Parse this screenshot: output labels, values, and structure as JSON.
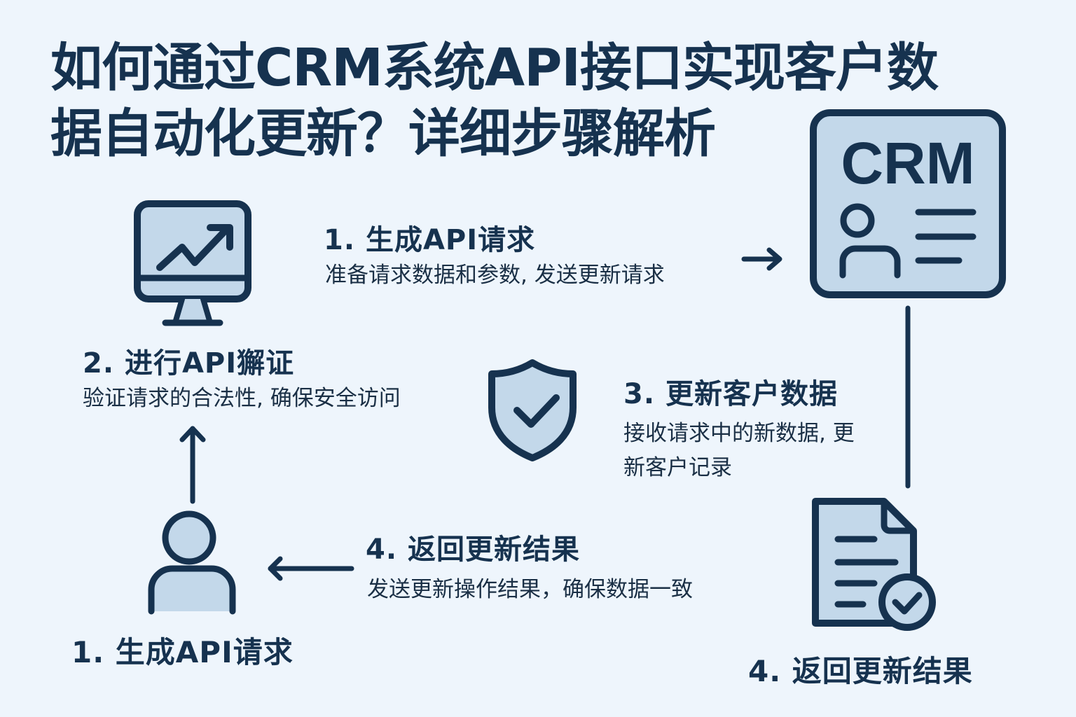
{
  "title": {
    "line1": "如何通过CRM系统API接口实现客户数",
    "line2": "据自动化更新？详细步骤解析"
  },
  "crm_icon": {
    "label": "CRM"
  },
  "steps": {
    "step1_top": {
      "title": "1. 生成API请求",
      "desc": "准备请求数据和参数, 发送更新请求"
    },
    "step2": {
      "title": "2. 进行API獬证",
      "desc": "验证请求的合法性, 确保安全访问"
    },
    "step3": {
      "title": "3. 更新客户数据",
      "desc_line1": "接收请求中的新数据, 更",
      "desc_line2": "新客户记录"
    },
    "step4": {
      "title": "4. 返回更新结果",
      "desc": "发送更新操作结果，确保数据一致"
    },
    "user_label": "1. 生成API请求",
    "document_label": "4. 返回更新结果"
  },
  "colors": {
    "background": "#eef5fc",
    "primary": "#16324f",
    "icon_fill": "#c3d8ea"
  }
}
